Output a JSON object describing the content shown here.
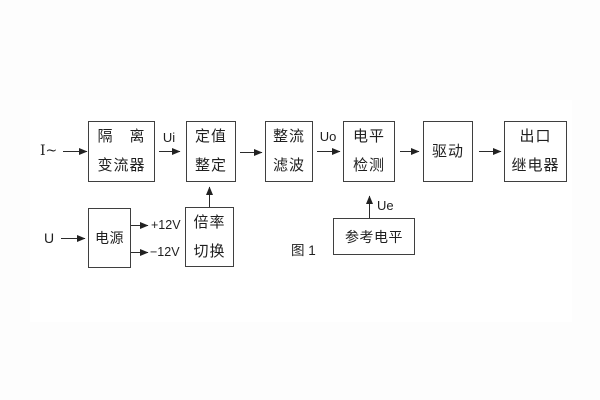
{
  "figure": {
    "caption": "图 1"
  },
  "inputs": {
    "current": "I~",
    "voltage": "U"
  },
  "signals": {
    "ui": "Ui",
    "uo": "Uo",
    "ue": "Ue"
  },
  "power_rails": {
    "positive": "+12V",
    "negative": "−12V"
  },
  "nodes": {
    "isolation_transformer": {
      "lines": [
        "隔　离",
        "变流器"
      ]
    },
    "setting_adjust": {
      "lines": [
        "定值",
        "整定"
      ]
    },
    "rectifier_filter": {
      "lines": [
        "整流",
        "滤波"
      ]
    },
    "level_detection": {
      "lines": [
        "电平",
        "检测"
      ]
    },
    "driver": {
      "label": "驱动"
    },
    "output_relay": {
      "lines": [
        "出口",
        "继电器"
      ]
    },
    "power_supply": {
      "label": "电源"
    },
    "ratio_switch": {
      "lines": [
        "倍率",
        "切换"
      ]
    },
    "reference_level": {
      "label": "参考电平"
    }
  },
  "colors": {
    "line": "#2b2b2b",
    "box_border": "#3f3f3f",
    "text": "#1f1f1f",
    "background": "#ffffff"
  }
}
